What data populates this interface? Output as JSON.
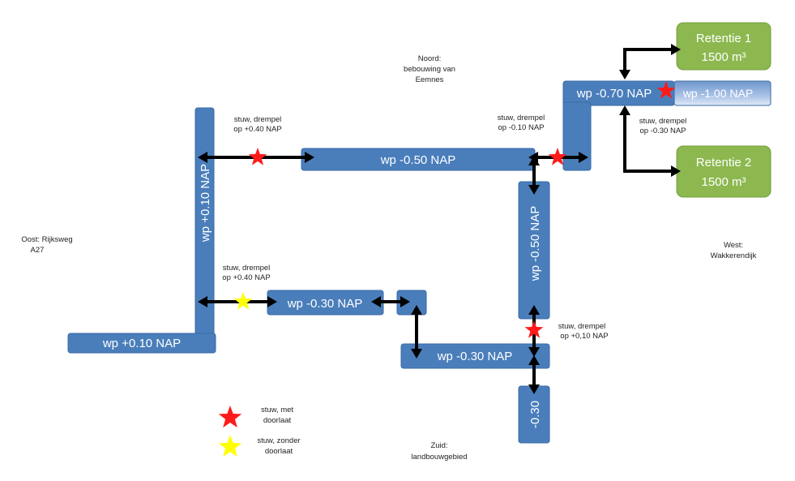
{
  "orientation": {
    "north": [
      "Noord:",
      "bebouwing van",
      "Eemnes"
    ],
    "south": [
      "Zuid:",
      "landbouwgebied"
    ],
    "east": [
      "Oost: Rijksweg",
      "A27"
    ],
    "west": [
      "West:",
      "Wakkerendijk"
    ]
  },
  "compartments": {
    "top_left_horizontal": "wp -0.50 NAP",
    "left_vertical": "wp +0.10 NAP",
    "left_bottom": "wp +0.10 NAP",
    "middle_left": "wp -0.30 NAP",
    "bottom_middle": "wp -0.30 NAP",
    "right_vertical": "wp -0.50 NAP",
    "bottom_right": "-0.30",
    "top_right_a": "wp -0.70 NAP",
    "top_right_b": "wp -1.00 NAP"
  },
  "retention": {
    "r1_title": "Retentie 1",
    "r1_volume": "1500 m³",
    "r2_title": "Retentie 2",
    "r2_volume": "1500 m³"
  },
  "annotations": {
    "weir_top_left": [
      "stuw, drempel",
      "op +0.40 NAP"
    ],
    "weir_mid_left": [
      "stuw, drempel",
      "op +0.40 NAP"
    ],
    "weir_top_mid": [
      "stuw, drempel",
      "op -0.10 NAP"
    ],
    "weir_top_right": [
      "stuw, drempel",
      "op -0.30 NAP"
    ],
    "weir_bottom_right": [
      "stuw, drempel",
      "op +0,10 NAP"
    ]
  },
  "legend": {
    "red_label": [
      "stuw, met",
      "doorlaat"
    ],
    "yellow_label": [
      "stuw, zonder",
      "doorlaat"
    ]
  },
  "colors": {
    "water_box": "#4a7ebb",
    "retention_box": "#8cb84f",
    "weir_with_outlet": "#ff1a1a",
    "weir_without_outlet": "#ffff00",
    "connector": "#000000"
  }
}
